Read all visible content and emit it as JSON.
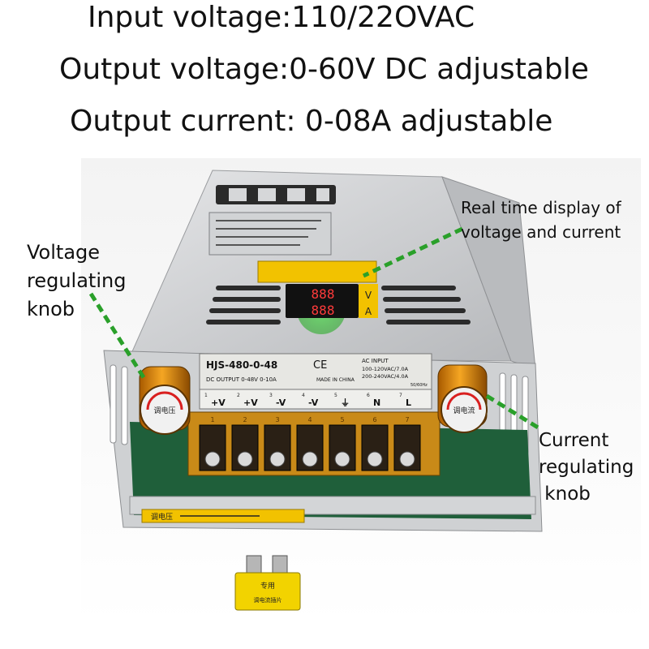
{
  "headlines": {
    "input_voltage": "Input voltage:110/22OVAC",
    "output_voltage": "Output voltage:0-60V DC adjustable",
    "output_current": "Output current: 0-08A adjustable"
  },
  "callouts": {
    "voltage_knob": [
      "Voltage",
      "regulating",
      "knob"
    ],
    "display": [
      "Real time display of",
      "voltage and current"
    ],
    "current_knob": [
      "Current",
      "regulating",
      " knob"
    ]
  },
  "device": {
    "model": "HJS-480-0-48",
    "dc_output": "DC OUTPUT  0-48V 0-10A",
    "ac_input": "AC INPUT",
    "ac_input_line1": "100-120VAC/7.0A",
    "ac_input_line2": "200-240VAC/4.0A",
    "made_in": "MADE IN CHINA",
    "freq": "50/60Hz",
    "ce_mark": "CE",
    "display_digits_top": "888",
    "display_digits_bottom": "888",
    "display_unit_top": "V",
    "display_unit_bottom": "A",
    "terminals": [
      "+V",
      "+V",
      "-V",
      "-V",
      "⏚",
      "N",
      "L"
    ],
    "terminal_numbers": [
      "1",
      "2",
      "3",
      "4",
      "5",
      "6",
      "7"
    ],
    "terminal_index": [
      "1",
      "2",
      "3",
      "4",
      "5",
      "6",
      "7"
    ],
    "left_knob_text": "调电压",
    "right_knob_text": "调电流",
    "bottom_strip_text": "调电压",
    "fuse_text_top": "专用",
    "fuse_text_bottom": "调电流插片"
  },
  "colors": {
    "arrow_green": "#2aa02a",
    "display_glow": "#66d966",
    "knob_orange": "#e08a10",
    "label_yellow": "#f2c200",
    "case_silver": "#c9cbcd"
  }
}
